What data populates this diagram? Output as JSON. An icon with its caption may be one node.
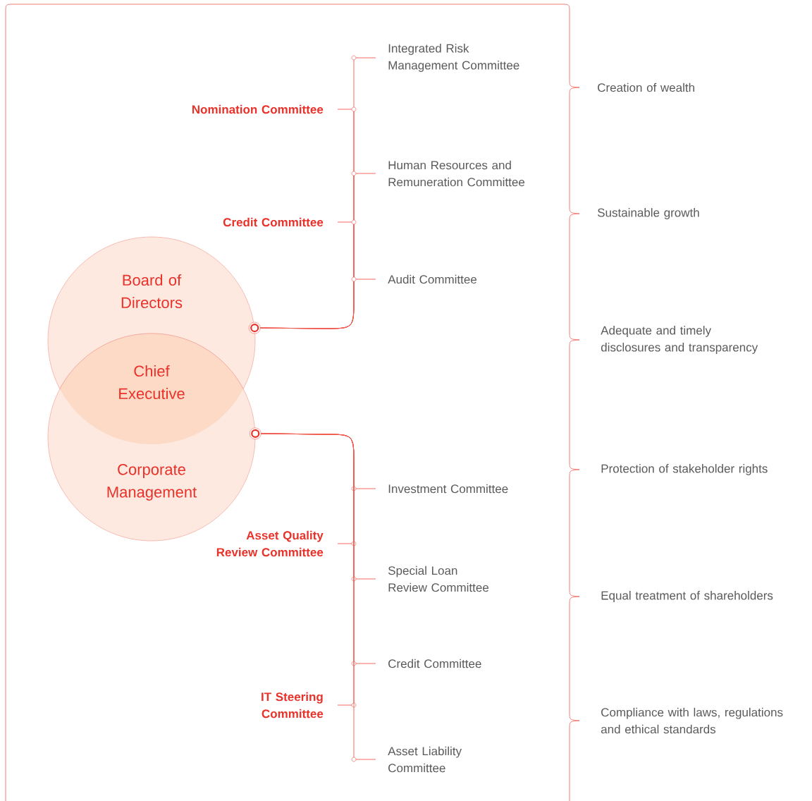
{
  "diagram": {
    "nodes": [
      {
        "text": [
          "Board of Directors"
        ]
      },
      {
        "text": [
          "Chief Executive"
        ]
      },
      {
        "text": [
          "Corporate Management"
        ]
      },
      {
        "text": [
          "Integrated Risk Management Committee"
        ]
      },
      {
        "text": [
          "Nomination Committee"
        ]
      },
      {
        "text": [
          "Human Resources and Remuneration Committee"
        ]
      },
      {
        "text": [
          "Credit Committee"
        ]
      },
      {
        "text": [
          "Audit Committee"
        ]
      },
      {
        "text": [
          "Investment Committee"
        ]
      },
      {
        "text": [
          "Asset Quality Review Committee"
        ]
      },
      {
        "text": [
          "Special Loan Review Committee"
        ]
      },
      {
        "text": [
          "Credit Committee"
        ]
      },
      {
        "text": [
          "IT Steering Committee"
        ]
      },
      {
        "text": [
          "Asset Liability Committee"
        ]
      }
    ],
    "edges": [
      {
        "from": 0,
        "to": 3,
        "arrow": "none"
      },
      {
        "from": 0,
        "to": 4,
        "arrow": "none"
      },
      {
        "from": 0,
        "to": 5,
        "arrow": "none"
      },
      {
        "from": 0,
        "to": 6,
        "arrow": "none"
      },
      {
        "from": 0,
        "to": 7,
        "arrow": "none"
      },
      {
        "from": 2,
        "to": 8,
        "arrow": "none"
      },
      {
        "from": 2,
        "to": 9,
        "arrow": "none"
      },
      {
        "from": 2,
        "to": 10,
        "arrow": "none"
      },
      {
        "from": 2,
        "to": 11,
        "arrow": "none"
      },
      {
        "from": 2,
        "to": 12,
        "arrow": "none"
      },
      {
        "from": 2,
        "to": 13,
        "arrow": "none"
      }
    ],
    "labels": [
      "Creation of wealth",
      "Sustainable growth",
      "Adequate and timely disclosures and transparency",
      "Protection of stakeholder rights",
      "Equal treatment of shareholders",
      "Compliance with laws, regulations and ethical standards"
    ]
  }
}
